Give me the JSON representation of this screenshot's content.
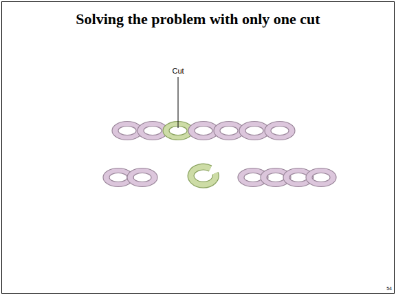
{
  "diagram": {
    "title": "Solving the problem with only one cut",
    "labels": [
      "Cut",
      "54"
    ]
  }
}
